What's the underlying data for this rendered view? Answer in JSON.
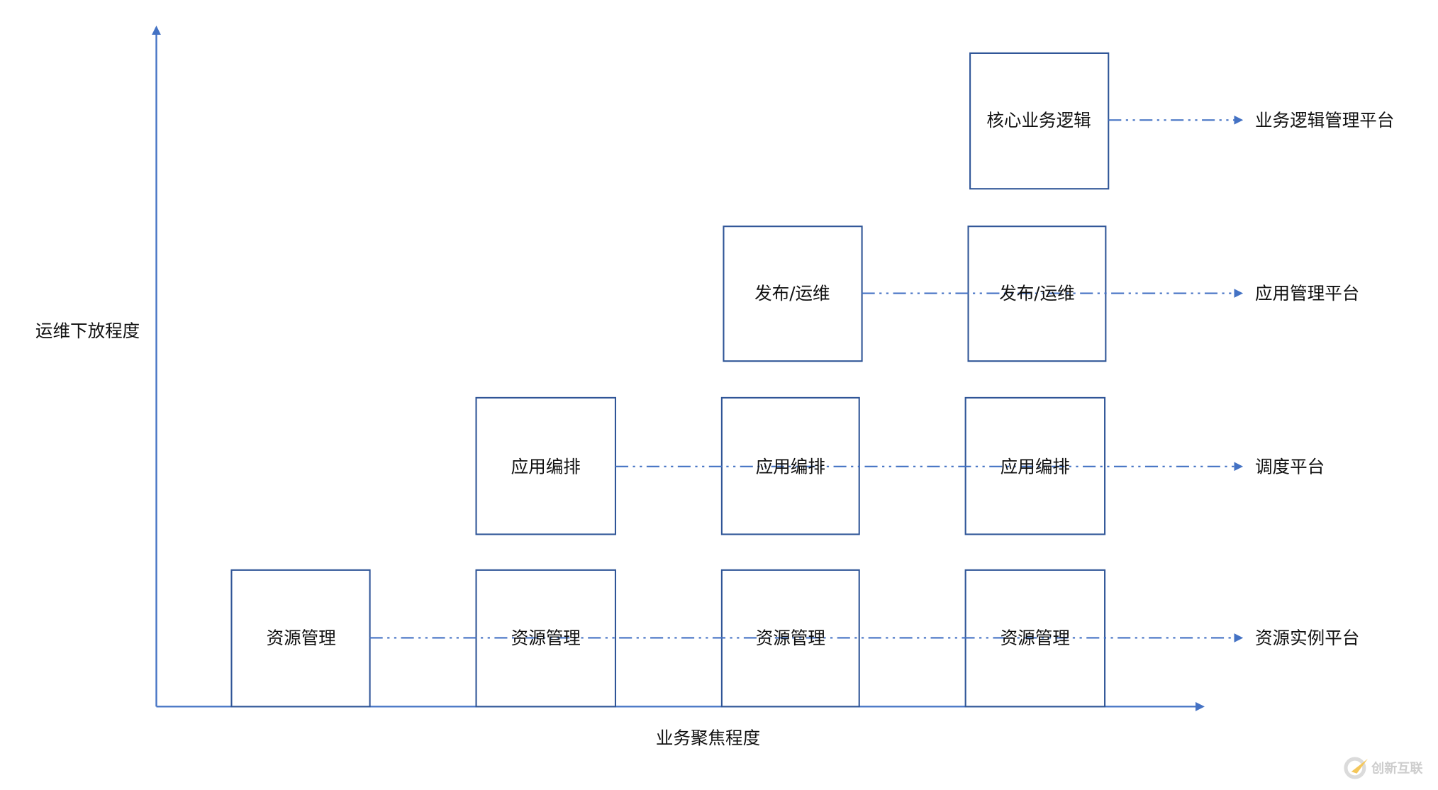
{
  "colors": {
    "box_border": "#2f5597",
    "axis": "#4472c4",
    "flow_line": "#4472c4",
    "text": "#111111"
  },
  "axes": {
    "y_label": "运维下放程度",
    "x_label": "业务聚焦程度"
  },
  "rows": [
    {
      "platform": "资源实例平台",
      "boxes": [
        "资源管理",
        "资源管理",
        "资源管理",
        "资源管理"
      ]
    },
    {
      "platform": "调度平台",
      "boxes": [
        "应用编排",
        "应用编排",
        "应用编排"
      ]
    },
    {
      "platform": "应用管理平台",
      "boxes": [
        "发布/运维",
        "发布/运维"
      ]
    },
    {
      "platform": "业务逻辑管理平台",
      "boxes": [
        "核心业务逻辑"
      ]
    }
  ],
  "watermark": {
    "text": "创新互联"
  }
}
